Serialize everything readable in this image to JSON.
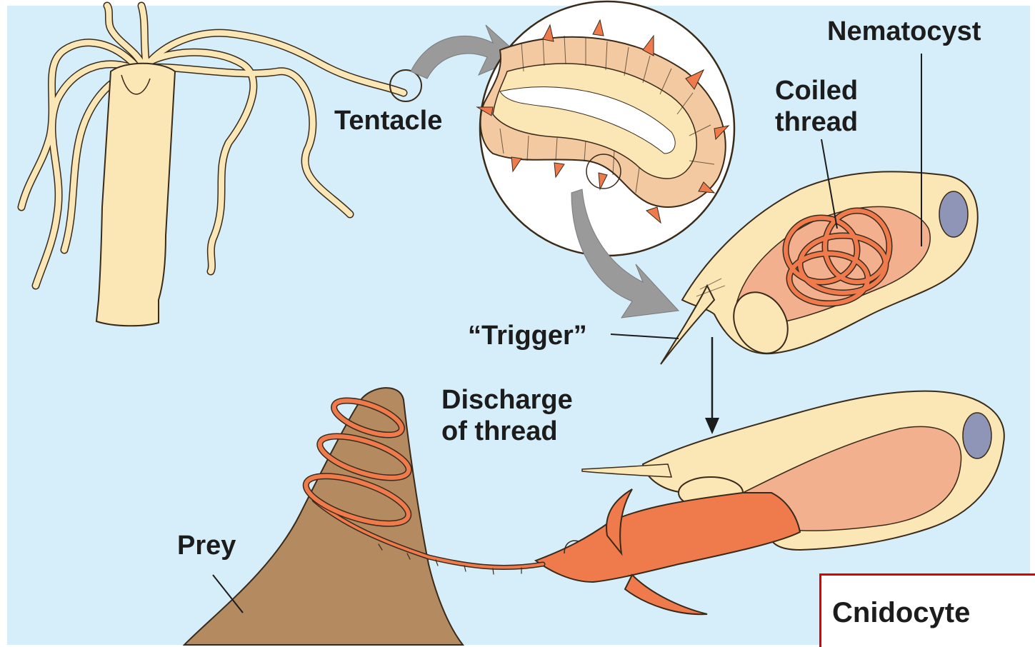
{
  "labels": {
    "tentacle": "Tentacle",
    "nematocyst": "Nematocyst",
    "coiled_thread": "Coiled\nthread",
    "trigger": "“Trigger”",
    "discharge": "Discharge\nof thread",
    "prey": "Prey",
    "cnidocyte": "Cnidocyte"
  },
  "colors": {
    "background": "#d6eefa",
    "hydra_body": "#fbe7b5",
    "outline": "#3a2a1a",
    "tentacle_segment": "#f3c9a2",
    "nematocyst_capsule": "#f2b08e",
    "thread": "#ef7a4c",
    "prey": "#b48a60",
    "arrow_gray": "#9a9a9a",
    "nucleus": "#8f95b6",
    "highlight_box": "#e00000"
  }
}
